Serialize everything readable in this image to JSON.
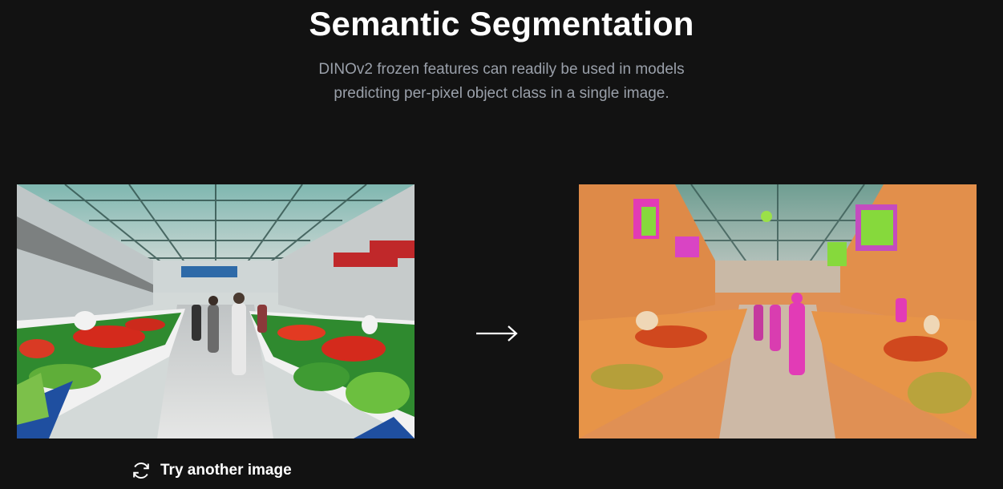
{
  "header": {
    "title": "Semantic Segmentation",
    "subtitle_line1": "DINOv2 frozen features can readily be used in models",
    "subtitle_line2": "predicting per-pixel object class in a single image."
  },
  "images": {
    "input": "market-photo",
    "output": "segmented-market-photo"
  },
  "actions": {
    "try_label": "Try another image"
  },
  "colors": {
    "background": "#121212",
    "overlay_stalls": "#e8842c",
    "overlay_people": "#e23bb6",
    "overlay_signs": "#86d93c"
  }
}
